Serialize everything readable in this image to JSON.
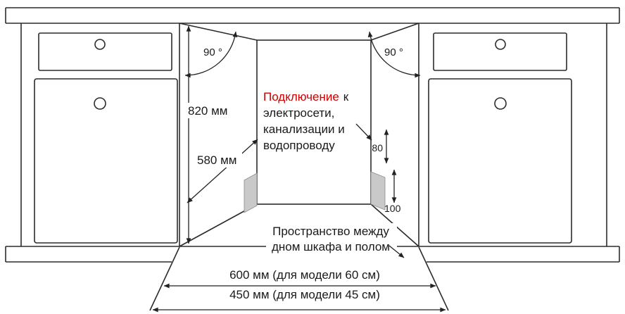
{
  "diagram": {
    "labels": {
      "angle_left": "90 °",
      "angle_right": "90 °",
      "height": "820 мм",
      "depth": "580 мм",
      "connection_red": "Подключение",
      "connection_l1_rest": "к",
      "connection_l2": "электросети,",
      "connection_l3": "канализации и",
      "connection_l4": "водопроводу",
      "offset_80": "80",
      "offset_100": "100",
      "gap_l1": "Пространство между",
      "gap_l2": "дном шкафа и полом",
      "width_60": "600 мм (для модели 60 см)",
      "width_45": "450 мм (для модели 45 см)"
    },
    "colors": {
      "line": "#2b2b2b",
      "red": "#cc0000",
      "patch": "#c9c9c9"
    }
  }
}
